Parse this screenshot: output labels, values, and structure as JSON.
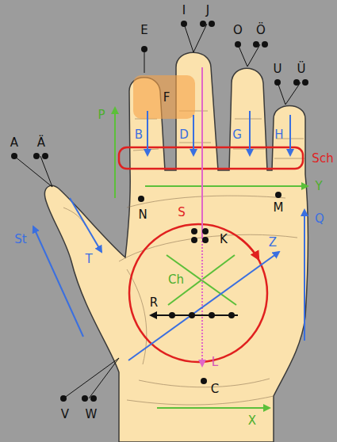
{
  "diagram": {
    "labels": [
      "E",
      "I",
      "J",
      "O",
      "Ö",
      "U",
      "Ü",
      "A",
      "Ä",
      "P",
      "F",
      "B",
      "D",
      "G",
      "H",
      "Sch",
      "Y",
      "N",
      "M",
      "S",
      "K",
      "Q",
      "St",
      "T",
      "Z",
      "Ch",
      "R",
      "L",
      "C",
      "V",
      "W",
      "X"
    ]
  }
}
